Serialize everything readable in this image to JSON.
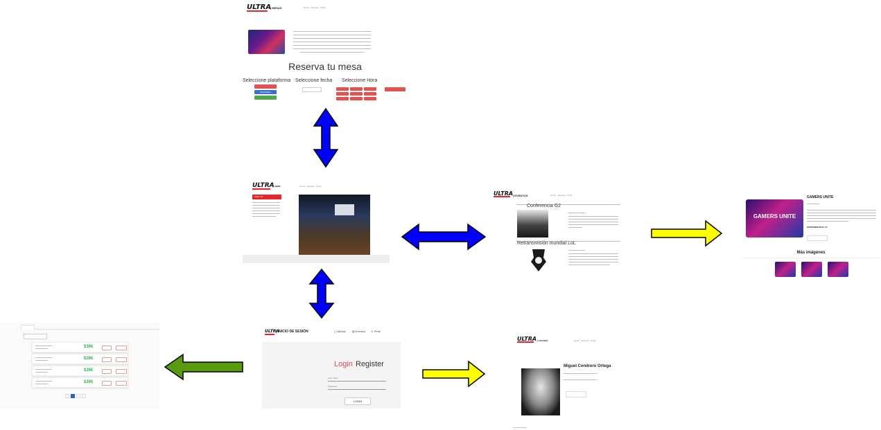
{
  "brand": {
    "logo": "ULTRA",
    "logo_sub": "GAMING CENTER"
  },
  "nav": {
    "home": "Home",
    "events": "Eventos",
    "profile": "Perfil"
  },
  "mesas_page": {
    "header": "| MESAS",
    "title": "Reserva tu mesa",
    "col_platform": "Seleccione plataforma",
    "col_date": "Seleccione fecha",
    "col_time": "Seleccione Hora",
    "platform_ps": "PlayStation"
  },
  "home_page": {
    "header": "| HOME",
    "about": "About Us"
  },
  "eventos_page": {
    "header": "| EVENTOS",
    "event1": "Conferencia G2",
    "event2": "Retransmisión mundial LoL"
  },
  "detail_page": {
    "title": "GAMERS UNITE",
    "availability": "DISPONIBILIDAD: 37",
    "more_images": "Más imágenes"
  },
  "login_page": {
    "header": "| INICIO DE SESIÓN",
    "nav_mesas": "Mesas",
    "nav_events": "Eventos",
    "nav_profile": "Perfil",
    "tab_login": "Login",
    "tab_register": "Register",
    "user_placeholder": "User name",
    "password_placeholder": "Password",
    "login_button": "LOGIN"
  },
  "usuario_page": {
    "header": "| USUARIO",
    "name": "Miguel Cendrero Ortega"
  },
  "reservas_page": {
    "items": [
      {
        "price": "$39€"
      },
      {
        "price": "$39€"
      },
      {
        "price": "$39€"
      },
      {
        "price": "$39€"
      }
    ]
  },
  "colors": {
    "arrow_bidirectional": "#0000ff",
    "arrow_yellow": "#ffff00",
    "arrow_green": "#5a9a10",
    "brand_red": "#e8232a"
  }
}
